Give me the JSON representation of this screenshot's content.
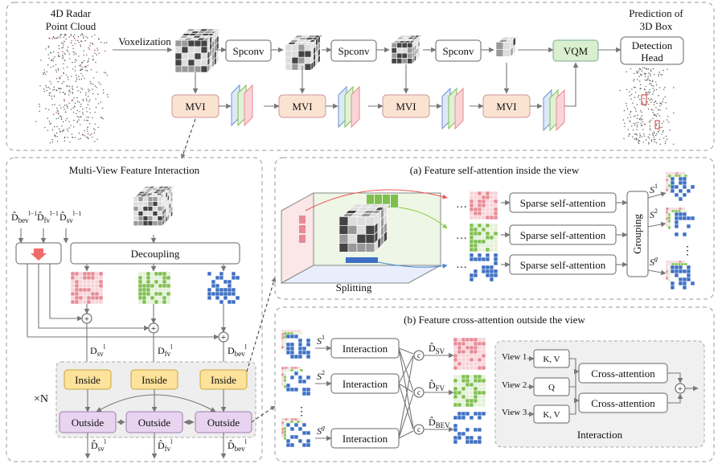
{
  "top": {
    "input_label_1": "4D Radar",
    "input_label_2": "Point Cloud",
    "voxelization": "Voxelization",
    "spconv": "Spconv",
    "vqm": "VQM",
    "mvi": "MVI",
    "detection_head_1": "Detection",
    "detection_head_2": "Head",
    "prediction_1": "Prediction of",
    "prediction_2": "3D Box"
  },
  "mvfi": {
    "title": "Multi-View Feature Interaction",
    "decoupling": "Decoupling",
    "inside": "Inside",
    "outside": "Outside",
    "repeat": "×N"
  },
  "self_attn": {
    "title": "(a) Feature self-attention inside the view",
    "splitting": "Splitting",
    "sparse": "Sparse self-attention",
    "grouping": "Grouping",
    "ellipsis": "…",
    "vdots": "⋮"
  },
  "cross_attn": {
    "title": "(b) Feature cross-attention outside the view",
    "interaction": "Interaction",
    "view1": "View 1",
    "view2": "View 2",
    "view3": "View 3",
    "kv": "K, V",
    "q": "Q",
    "cross": "Cross-attention",
    "interaction_caption": "Interaction",
    "c": "c"
  },
  "colors": {
    "red_grid": "#e88a95",
    "green_grid": "#7fbf4f",
    "blue_grid": "#3d6fc4",
    "mvi_fill": "#fbe3d2",
    "vqm_fill": "#d9efcf",
    "inside_fill": "#fce29a",
    "outside_fill": "#e8d3f0"
  }
}
